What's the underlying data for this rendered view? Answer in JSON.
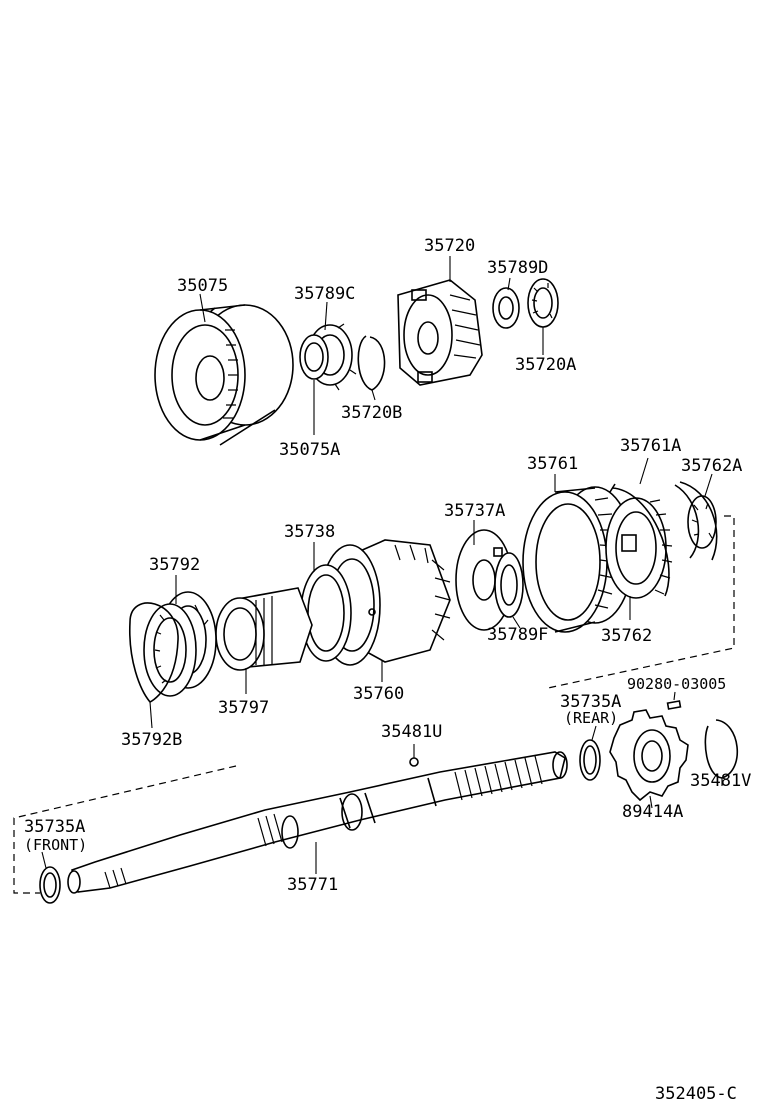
{
  "diagram_code": "352405-C",
  "parts": [
    {
      "id": "p35075",
      "number": "35075"
    },
    {
      "id": "p35075A",
      "number": "35075A"
    },
    {
      "id": "p35789C",
      "number": "35789C"
    },
    {
      "id": "p35720B",
      "number": "35720B"
    },
    {
      "id": "p35720",
      "number": "35720"
    },
    {
      "id": "p35789D",
      "number": "35789D"
    },
    {
      "id": "p35720A",
      "number": "35720A"
    },
    {
      "id": "p35761",
      "number": "35761"
    },
    {
      "id": "p35761A",
      "number": "35761A"
    },
    {
      "id": "p35762A",
      "number": "35762A"
    },
    {
      "id": "p35762",
      "number": "35762"
    },
    {
      "id": "p35737A",
      "number": "35737A"
    },
    {
      "id": "p35789F",
      "number": "35789F"
    },
    {
      "id": "p35738",
      "number": "35738"
    },
    {
      "id": "p35760",
      "number": "35760"
    },
    {
      "id": "p35792",
      "number": "35792"
    },
    {
      "id": "p35792B",
      "number": "35792B"
    },
    {
      "id": "p35797",
      "number": "35797"
    },
    {
      "id": "p35481U",
      "number": "35481U"
    },
    {
      "id": "p90280",
      "number": "90280-03005"
    },
    {
      "id": "p35735A_rear",
      "number": "35735A",
      "note": "(REAR)"
    },
    {
      "id": "p35481V",
      "number": "35481V"
    },
    {
      "id": "p89414A",
      "number": "89414A"
    },
    {
      "id": "p35735A_front",
      "number": "35735A",
      "note": "(FRONT)"
    },
    {
      "id": "p35771",
      "number": "35771"
    }
  ]
}
